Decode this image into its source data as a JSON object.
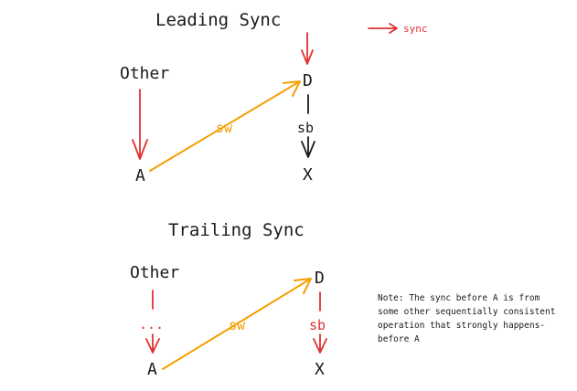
{
  "legend": {
    "label": "sync",
    "color": "#e03131"
  },
  "colors": {
    "sync": "#e03131",
    "sw": "#f59f00",
    "sb": "#1a1a1a",
    "text": "#1a1a1a"
  },
  "leading": {
    "title": "Leading Sync",
    "other": "Other",
    "node_a": "A",
    "node_d": "D",
    "node_x": "X",
    "sw_label": "sw",
    "sb_label": "sb"
  },
  "trailing": {
    "title": "Trailing Sync",
    "other": "Other",
    "dots": "...",
    "node_a": "A",
    "node_d": "D",
    "node_x": "X",
    "sw_label": "sw",
    "sb_label": "sb"
  },
  "note": {
    "lines": [
      "Note: The sync before A is from",
      "some other sequentially consistent",
      "operation that strongly happens-",
      "before A"
    ]
  }
}
